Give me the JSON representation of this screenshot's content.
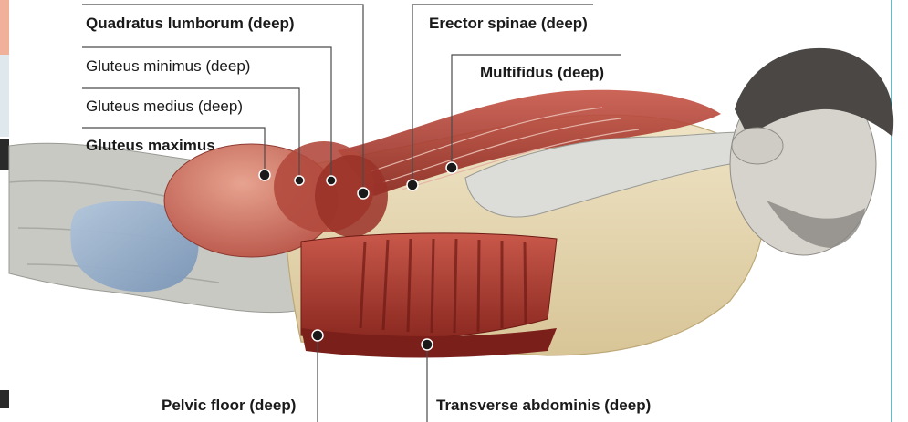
{
  "labels": {
    "quadratus": "Quadratus lumborum (deep)",
    "gluteus_minimus": "Gluteus minimus (deep)",
    "gluteus_medius": "Gluteus medius (deep)",
    "gluteus_maximus": "Gluteus maximus",
    "erector_spinae": "Erector spinae (deep)",
    "multifidus": "Multifidus (deep)",
    "pelvic_floor": "Pelvic floor (deep)",
    "transverse_abdominis": "Transverse abdominis (deep)"
  },
  "colors": {
    "accent_rule": "#6fb7c0",
    "leader_line": "#4a4a4a",
    "muscle_red": "#b8453a",
    "muscle_dark": "#7a1f1a",
    "skin_beige": "#e5d6b0",
    "leg_blue": "#8fa9c6",
    "hair_dark": "#4a4745",
    "edge_salmon": "#f0b09a"
  }
}
